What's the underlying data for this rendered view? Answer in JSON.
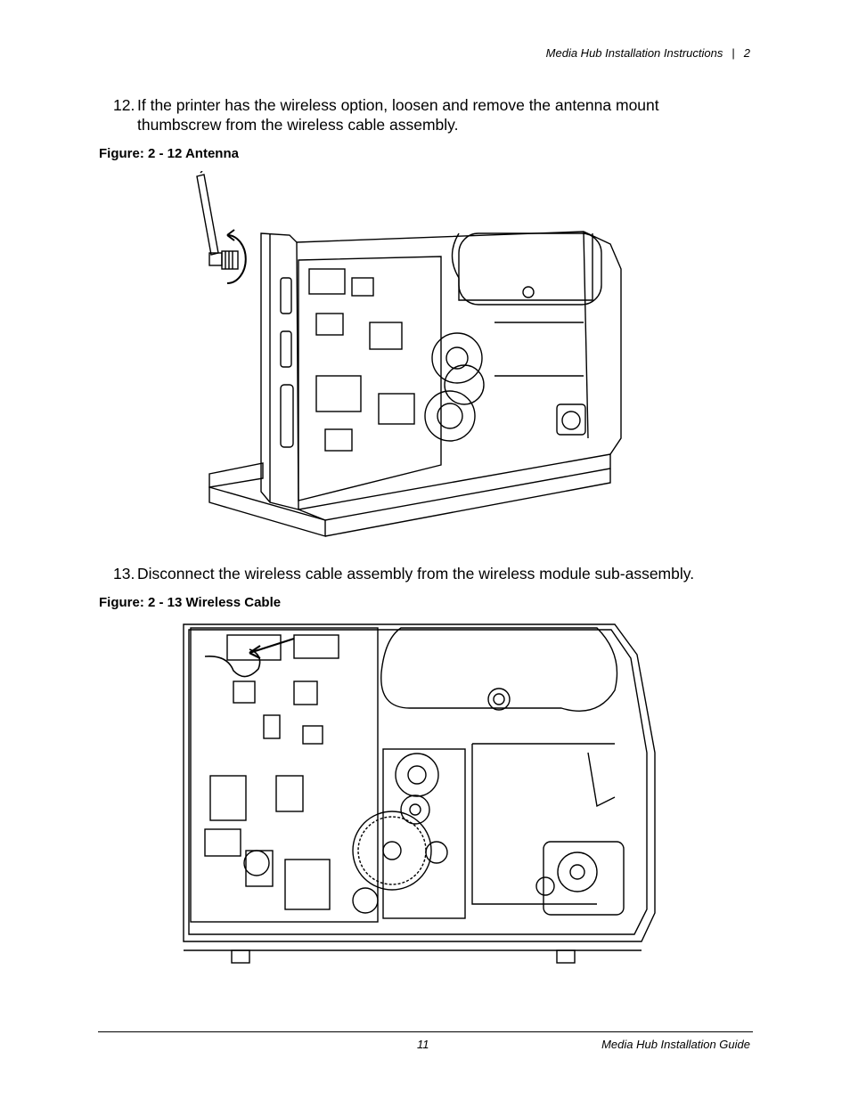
{
  "header": {
    "doc_title": "Media Hub Installation Instructions",
    "separator": "|",
    "section_page": "2"
  },
  "steps": [
    {
      "number": "12.",
      "text": "If the printer has the wireless option, loosen and remove the antenna mount thumbscrew from the wireless cable assembly."
    },
    {
      "number": "13.",
      "text": "Disconnect the wireless cable assembly from the wireless module sub-assembly."
    }
  ],
  "figures": [
    {
      "caption": "Figure: 2 - 12 Antenna"
    },
    {
      "caption": "Figure: 2 - 13 Wireless Cable"
    }
  ],
  "footer": {
    "page_number": "11",
    "guide_title": "Media Hub Installation Guide"
  }
}
